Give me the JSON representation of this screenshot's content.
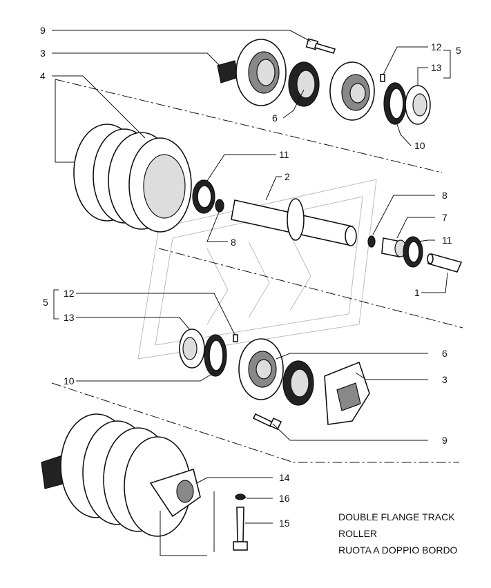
{
  "caption": {
    "line1": "DOUBLE FLANGE TRACK",
    "line2": "ROLLER",
    "line3": "RUOTA A DOPPIO BORDO"
  },
  "callouts": {
    "c9_top": "9",
    "c3_top": "3",
    "c4": "4",
    "c6_top": "6",
    "c12_top": "12",
    "c13_top": "13",
    "c5_top": "5",
    "c10_top": "10",
    "c11_mid": "11",
    "c2": "2",
    "c8_right": "8",
    "c7": "7",
    "c11_right": "11",
    "c1": "1",
    "c8_mid": "8",
    "c5_mid": "5",
    "c12_mid": "12",
    "c13_mid": "13",
    "c6_mid": "6",
    "c3_mid": "3",
    "c10_mid": "10",
    "c9_mid": "9",
    "c14": "14",
    "c16": "16",
    "c15": "15"
  }
}
